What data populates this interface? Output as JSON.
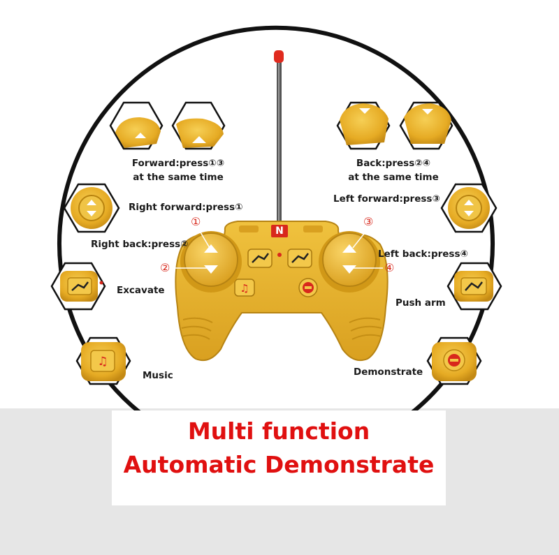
{
  "labels": {
    "forward": [
      "Forward:press①③",
      "at the same time"
    ],
    "back": [
      "Back:press②④",
      "at the same time"
    ],
    "right_forward": "Right forward:press①",
    "right_back": "Right back:press②",
    "left_forward": "Left forward:press③",
    "left_back": "Left back:press④",
    "excavate": "Excavate",
    "push_arm": "Push arm",
    "music": "Music",
    "demonstrate": "Demonstrate"
  },
  "controller": {
    "logo": "N",
    "markers": [
      "①",
      "②",
      "③",
      "④"
    ]
  },
  "banner": {
    "line1": "Multi function",
    "line2": "Automatic Demonstrate"
  },
  "colors": {
    "body": "#e8b32a",
    "body_dark": "#c9921a",
    "ring": "#111111",
    "banner_text": "#e01010",
    "accent_red": "#d8281c"
  }
}
